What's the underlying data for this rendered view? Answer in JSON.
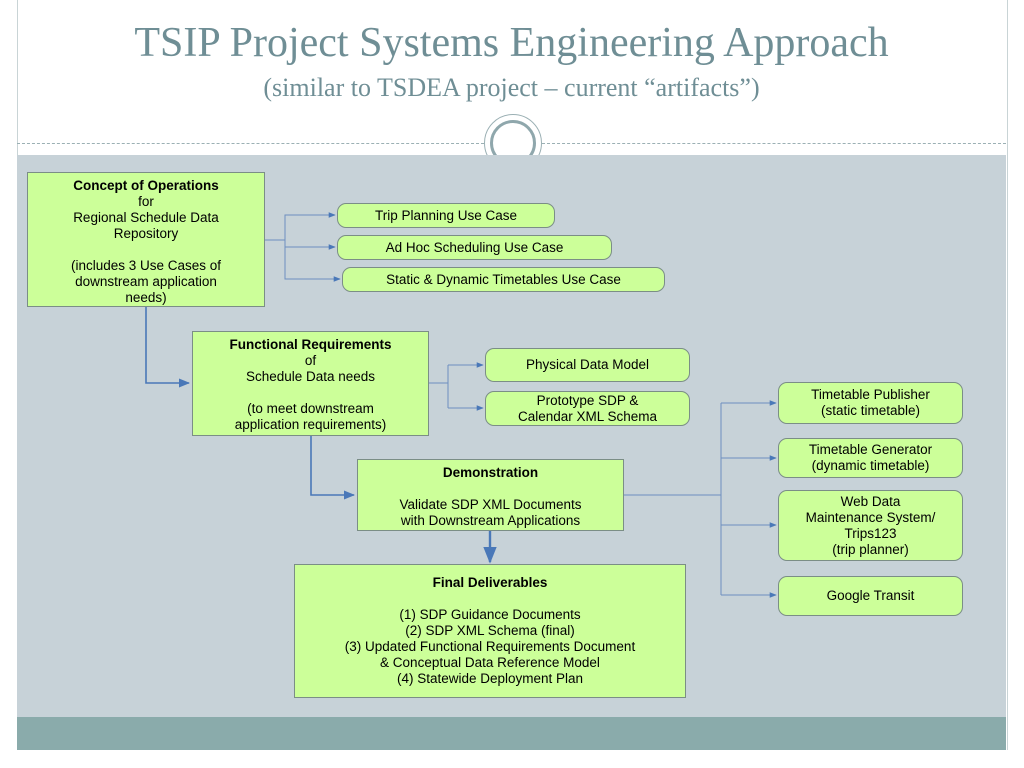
{
  "slide": {
    "title": "TSIP Project Systems Engineering Approach",
    "subtitle": "(similar to TSDEA project – current “artifacts”)"
  },
  "diagram": {
    "conops": {
      "heading": "Concept of Operations",
      "line1": "for",
      "line2": "Regional Schedule Data",
      "line3": "Repository",
      "line4": "(includes 3 Use Cases of",
      "line5": "downstream application",
      "line6": "needs)"
    },
    "use_cases": [
      "Trip Planning Use Case",
      "Ad Hoc Scheduling Use Case",
      "Static & Dynamic Timetables Use Case"
    ],
    "functional": {
      "heading": "Functional Requirements",
      "line1": "of",
      "line2": "Schedule Data needs",
      "line3": "(to meet downstream",
      "line4": "application requirements)"
    },
    "physical_model": "Physical Data Model",
    "prototype": {
      "line1": "Prototype SDP &",
      "line2": "Calendar XML Schema"
    },
    "demonstration": {
      "heading": "Demonstration",
      "line1": "Validate SDP XML Documents",
      "line2": "with Downstream Applications"
    },
    "final": {
      "heading": "Final Deliverables",
      "items": [
        "(1) SDP Guidance Documents",
        "(2) SDP XML Schema (final)",
        "(3) Updated Functional Requirements Document",
        "& Conceptual Data Reference Model",
        "(4) Statewide Deployment Plan"
      ]
    },
    "apps": {
      "publisher": {
        "line1": "Timetable Publisher",
        "line2": "(static timetable)"
      },
      "generator": {
        "line1": "Timetable Generator",
        "line2": "(dynamic timetable)"
      },
      "webdata": {
        "line1": "Web Data",
        "line2": "Maintenance System/",
        "line3": "Trips123",
        "line4": "(trip planner)"
      },
      "google": {
        "line1": "Google Transit"
      }
    }
  }
}
